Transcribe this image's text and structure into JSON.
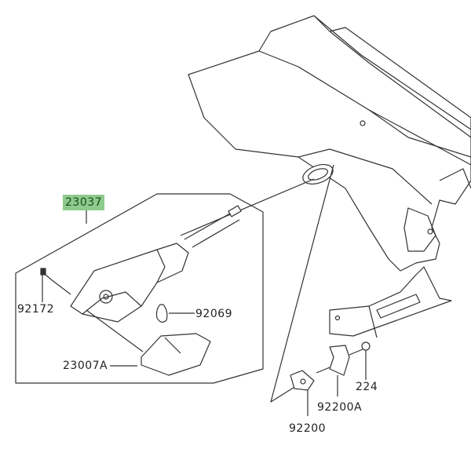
{
  "colors": {
    "highlight": "#8dcb8d",
    "line": "#333333"
  },
  "parts": {
    "assembly": "23037",
    "screw": "92172",
    "bulb": "92069",
    "lens": "23007A",
    "bolt": "224",
    "clamp": "92200A",
    "clamp_plate": "92200"
  }
}
